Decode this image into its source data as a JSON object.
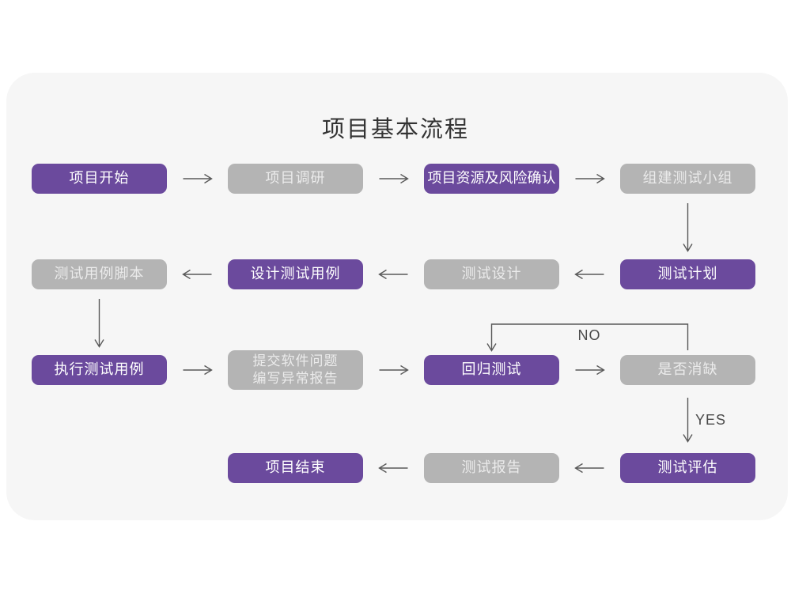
{
  "title": "项目基本流程",
  "colors": {
    "purple": "#6b4a9d",
    "gray": "#b4b4b4",
    "card-bg": "#f6f6f6",
    "arrow": "#595959",
    "title-color": "#333333",
    "label-color": "#4a4a4a"
  },
  "nodes": {
    "project-start": {
      "label": "项目开始"
    },
    "project-research": {
      "label": "项目调研"
    },
    "resource-risk-confirm": {
      "label": "项目资源及风险确认"
    },
    "build-test-team": {
      "label": "组建测试小组"
    },
    "test-case-script": {
      "label": "测试用例脚本"
    },
    "design-test-cases": {
      "label": "设计测试用例"
    },
    "test-design": {
      "label": "测试设计"
    },
    "test-plan": {
      "label": "测试计划"
    },
    "execute-test-cases": {
      "label": "执行测试用例"
    },
    "submit-issues": {
      "line1": "提交软件问题",
      "line2": "编写异常报告"
    },
    "regression-test": {
      "label": "回归测试"
    },
    "defect-resolved": {
      "label": "是否消缺"
    },
    "test-evaluation": {
      "label": "测试评估"
    },
    "test-report": {
      "label": "测试报告"
    },
    "project-end": {
      "label": "项目结束"
    }
  },
  "branch_labels": {
    "no": "NO",
    "yes": "YES"
  }
}
